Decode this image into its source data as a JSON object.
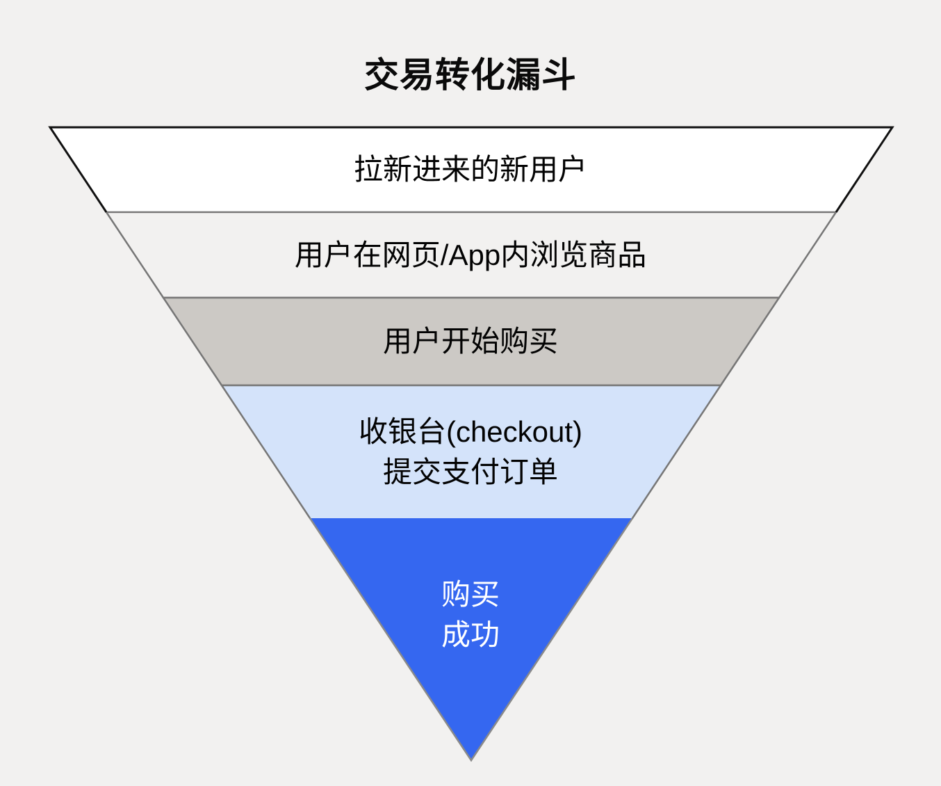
{
  "title": "交易转化漏斗",
  "colors": {
    "page_background": "#f2f1f0",
    "stage1_border_black": "#111111",
    "divider_gray": "#777777",
    "text_dark": "#030303",
    "text_light": "#ffffff"
  },
  "funnel": {
    "stages": [
      {
        "label": "拉新进来的新用户",
        "fill": "#ffffff"
      },
      {
        "label": "用户在网页/App内浏览商品",
        "fill": "#f2f1f0"
      },
      {
        "label": "用户开始购买",
        "fill": "#ccc9c5"
      },
      {
        "line1": "收银台(checkout)",
        "line2": "提交支付订单",
        "fill": "#d4e3fa"
      },
      {
        "line1": "购买",
        "line2": "成功",
        "fill": "#3567f0"
      }
    ]
  },
  "chart_data": {
    "type": "funnel",
    "title": "交易转化漏斗",
    "direction": "wide-top-to-narrow-bottom-tip",
    "stages": [
      "拉新进来的新用户",
      "用户在网页/App内浏览商品",
      "用户开始购买",
      "收银台(checkout) 提交支付订单",
      "购买成功"
    ],
    "stage_fills": [
      "#ffffff",
      "#f2f1f0",
      "#ccc9c5",
      "#d4e3fa",
      "#3567f0"
    ]
  }
}
